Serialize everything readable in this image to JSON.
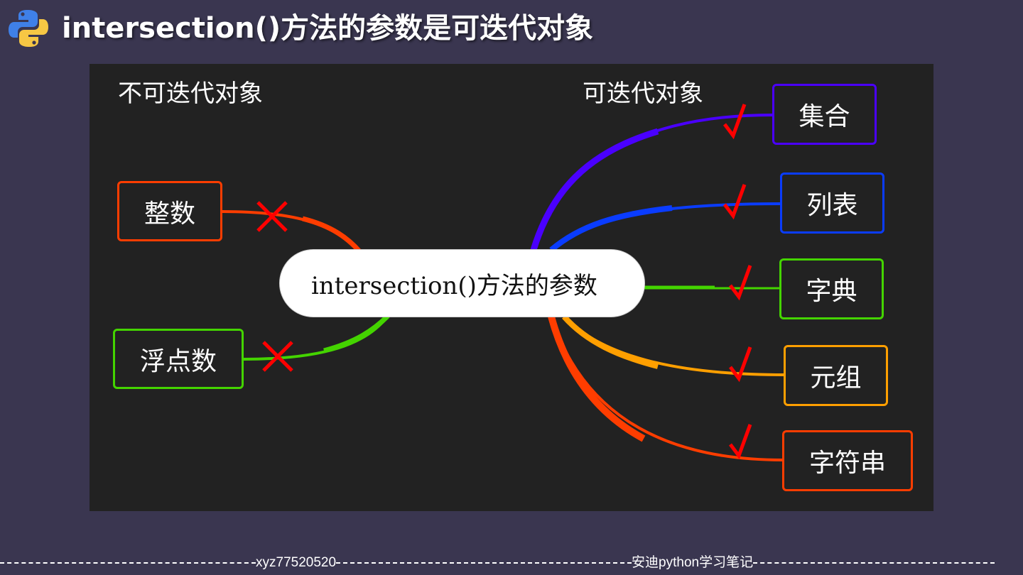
{
  "header": {
    "logo_icon": "python-logo-icon",
    "title": "intersection()方法的参数是可迭代对象"
  },
  "diagram": {
    "center_node": "intersection()方法的参数",
    "groups": {
      "non_iterable_label": "不可迭代对象",
      "iterable_label": "可迭代对象"
    },
    "non_iterable": [
      {
        "label": "整数",
        "color": "#ff3d00",
        "mark": "cross"
      },
      {
        "label": "浮点数",
        "color": "#44d400",
        "mark": "cross"
      }
    ],
    "iterable": [
      {
        "label": "集合",
        "color": "#4a00ff",
        "mark": "check"
      },
      {
        "label": "列表",
        "color": "#0a3cff",
        "mark": "check"
      },
      {
        "label": "字典",
        "color": "#44d400",
        "mark": "check"
      },
      {
        "label": "元组",
        "color": "#ff9f00",
        "mark": "check"
      },
      {
        "label": "字符串",
        "color": "#ff3d00",
        "mark": "check"
      }
    ],
    "mark_color": "#ff0000",
    "background": "#222222"
  },
  "footer": {
    "left_text": "xyz77520520",
    "right_text": "安迪python学习笔记"
  }
}
